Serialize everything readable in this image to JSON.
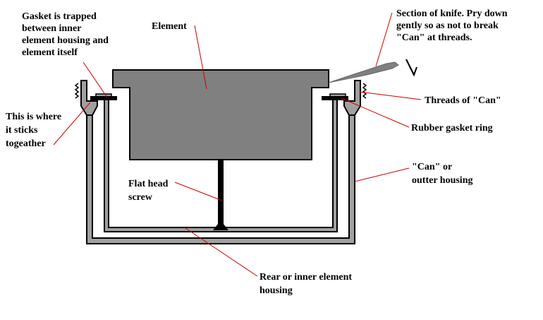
{
  "labels": {
    "gasket_trapped": [
      "Gasket is trapped",
      "between inner",
      "element housing and",
      "element itself"
    ],
    "element": [
      "Element"
    ],
    "knife": [
      "Section of knife. Pry down",
      "gently so as not to break",
      "\"Can\" at threads."
    ],
    "sticks": [
      "This is where",
      "it sticks",
      "togeather"
    ],
    "threads": [
      "Threads of \"Can\""
    ],
    "gasket_ring": [
      "Rubber gasket ring"
    ],
    "can": [
      "\"Can\" or",
      "outter housing"
    ],
    "screw": [
      "Flat head",
      "screw"
    ],
    "rear_housing": [
      "Rear or inner element",
      "housing"
    ]
  },
  "colors": {
    "element_fill": "#808080",
    "can_fill": "#a0a0a0",
    "outline": "#000000",
    "leader": "#cc0000",
    "knife": "#808080"
  }
}
